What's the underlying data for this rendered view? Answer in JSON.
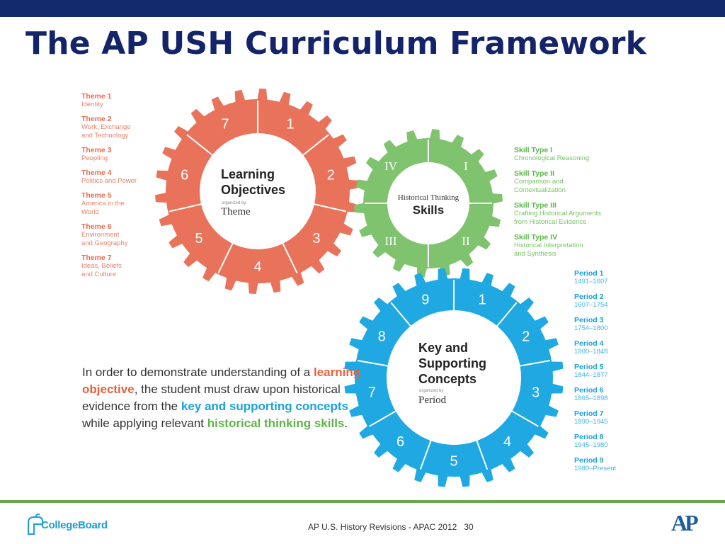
{
  "title": "The AP USH Curriculum Framework",
  "colors": {
    "orange": "#e8735a",
    "green": "#80c36e",
    "blue": "#1fa8e1",
    "navy": "#14246a"
  },
  "gears": {
    "learning": {
      "title": "Learning\nObjectives",
      "organized": "organized by",
      "sub": "Theme",
      "numbers": [
        "1",
        "2",
        "3",
        "4",
        "5",
        "6",
        "7"
      ]
    },
    "skills": {
      "title": "Skills",
      "pre": "Historical Thinking",
      "numbers": [
        "I",
        "II",
        "III",
        "IV"
      ]
    },
    "concepts": {
      "title": "Key and\nSupporting\nConcepts",
      "organized": "organized by",
      "sub": "Period",
      "numbers": [
        "1",
        "2",
        "3",
        "4",
        "5",
        "6",
        "7",
        "8",
        "9"
      ]
    }
  },
  "themes": [
    {
      "h": "Theme 1",
      "d": "Identity"
    },
    {
      "h": "Theme 2",
      "d": "Work, Exchange\nand Technology"
    },
    {
      "h": "Theme 3",
      "d": "Peopling"
    },
    {
      "h": "Theme 4",
      "d": "Politics and Power"
    },
    {
      "h": "Theme 5",
      "d": "America in the\nWorld"
    },
    {
      "h": "Theme 6",
      "d": "Environment\nand Geography"
    },
    {
      "h": "Theme 7",
      "d": "Ideas, Beliefs\nand Culture"
    }
  ],
  "skills": [
    {
      "h": "Skill Type I",
      "d": "Chronological Reasoning"
    },
    {
      "h": "Skill Type II",
      "d": "Comparison and\nContextualization"
    },
    {
      "h": "Skill Type III",
      "d": "Crafting Historical Arguments\nfrom Historical Evidence"
    },
    {
      "h": "Skill Type IV",
      "d": "Historical Interpretation\nand Synthesis"
    }
  ],
  "periods": [
    {
      "h": "Period 1",
      "d": "1491–1607"
    },
    {
      "h": "Period 2",
      "d": "1607–1754"
    },
    {
      "h": "Period 3",
      "d": "1754–1800"
    },
    {
      "h": "Period 4",
      "d": "1800–1848"
    },
    {
      "h": "Period 5",
      "d": "1844–1877"
    },
    {
      "h": "Period 6",
      "d": "1865–1898"
    },
    {
      "h": "Period 7",
      "d": "1890–1945"
    },
    {
      "h": "Period 8",
      "d": "1945–1980"
    },
    {
      "h": "Period 9",
      "d": "1980–Present"
    }
  ],
  "paragraph": {
    "p1": "In order to demonstrate understanding of a ",
    "h1": "learning objective",
    "p2": ", the student must draw upon historical evidence from the ",
    "h2": "key and supporting concepts",
    "p3": " while applying relevant ",
    "h3": "historical thinking skills",
    "p4": "."
  },
  "footer": {
    "text": "AP U.S. History Revisions - APAC 2012",
    "page": "30"
  },
  "logos": {
    "collegeboard": "CollegeBoard",
    "ap": "AP"
  }
}
